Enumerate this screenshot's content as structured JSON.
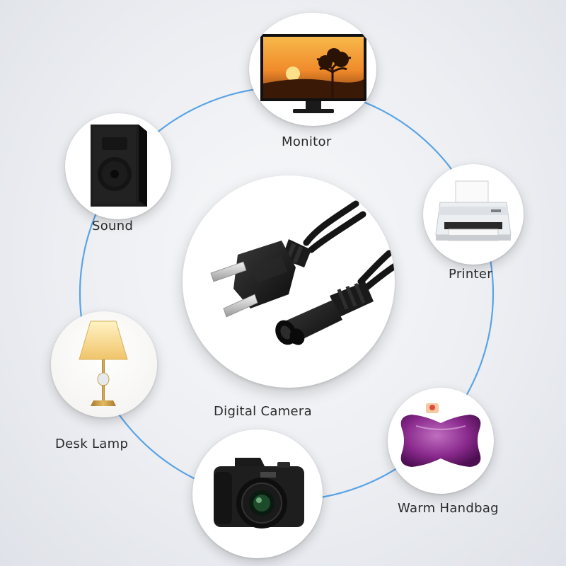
{
  "devices": {
    "monitor": {
      "label": "Monitor",
      "icon": "monitor-icon"
    },
    "sound": {
      "label": "Sound",
      "icon": "speaker-icon"
    },
    "printer": {
      "label": "Printer",
      "icon": "printer-icon"
    },
    "desk_lamp": {
      "label": "Desk Lamp",
      "icon": "desk-lamp-icon"
    },
    "warm_handbag": {
      "label": "Warm Handbag",
      "icon": "hot-water-bag-icon"
    },
    "digital_camera": {
      "label": "Digital Camera",
      "icon": "camera-icon"
    }
  },
  "center_product": {
    "icon": "power-cord-icon"
  },
  "colors": {
    "ring": "#5aa3e6",
    "label_text": "#2a2a2a"
  }
}
